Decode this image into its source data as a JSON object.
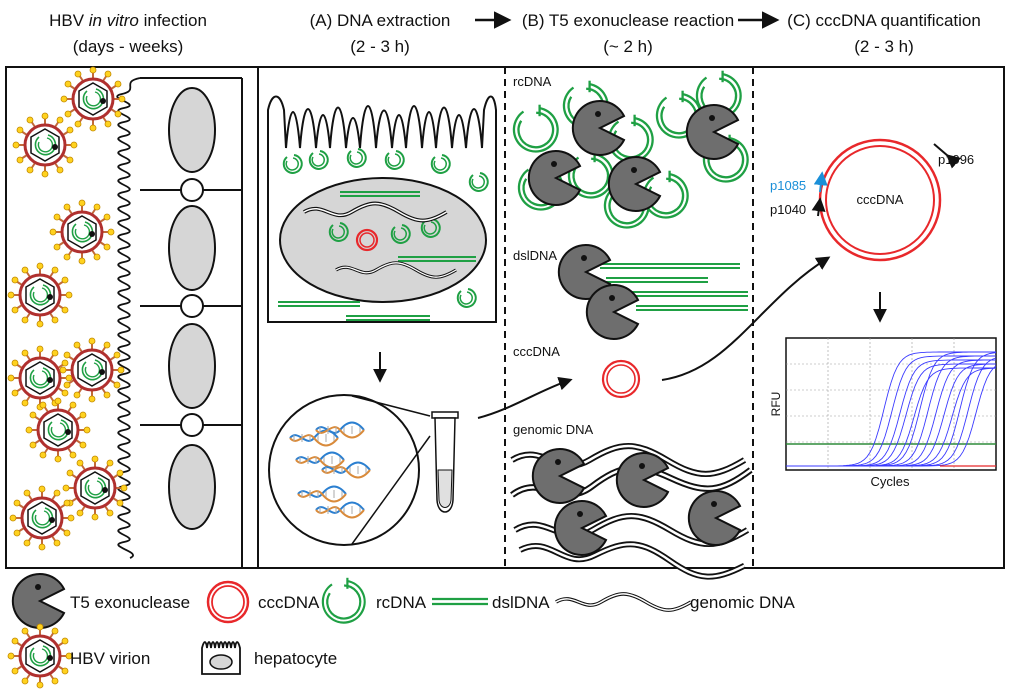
{
  "headers": {
    "infection": {
      "pre": "HBV ",
      "italic": "in vitro",
      "post": " infection",
      "time": "(days - weeks)"
    },
    "extraction": {
      "title": "(A) DNA extraction",
      "time": "(2 - 3 h)"
    },
    "exonuclease": {
      "title": "(B) T5 exonuclease reaction",
      "time": "(~ 2 h)"
    },
    "quantification": {
      "title": "(C) cccDNA quantification",
      "time": "(2 - 3 h)"
    }
  },
  "panel_b": {
    "rcdna_label": "rcDNA",
    "dsldna_label": "dslDNA",
    "cccdna_label": "cccDNA",
    "genomic_label": "genomic DNA"
  },
  "panel_c": {
    "circle_label": "cccDNA",
    "primers": [
      {
        "name": "p1996",
        "color": "#111111"
      },
      {
        "name": "p1085",
        "color": "#1a8fd8"
      },
      {
        "name": "p1040",
        "color": "#111111"
      }
    ],
    "qpcr": {
      "ylabel": "RFU",
      "xlabel": "Cycles",
      "curve_color": "#3a3aff",
      "threshold_color": "#2e8b3a"
    }
  },
  "legend": {
    "t5": "T5 exonuclease",
    "cccdna": "cccDNA",
    "rcdna": "rcDNA",
    "dsldna": "dslDNA",
    "genomic": "genomic DNA",
    "virion": "HBV virion",
    "hepatocyte": "hepatocyte"
  },
  "colors": {
    "green": "#1fa044",
    "red": "#e8282b",
    "pac": "#6e6e6e",
    "cell": "#d6d6d6",
    "virion_spike": "#ffd21f",
    "virion_body": "#c26a3a"
  }
}
